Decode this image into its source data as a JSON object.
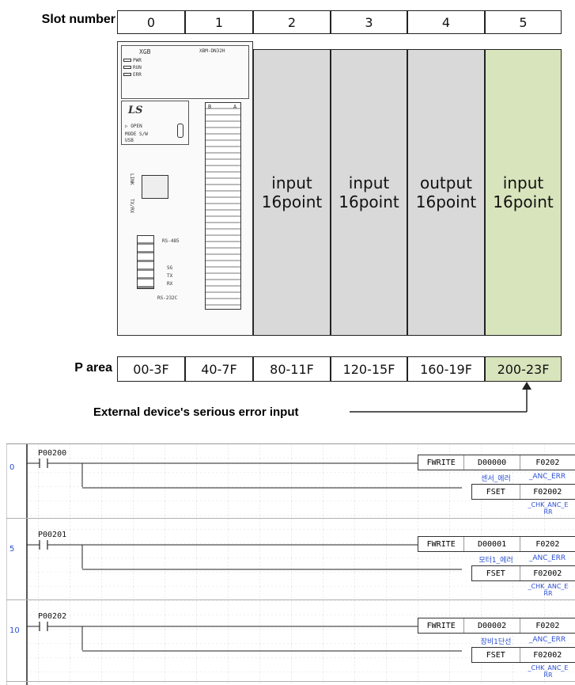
{
  "diagram": {
    "slot_label": "Slot number",
    "slots": [
      "0",
      "1",
      "2",
      "3",
      "4",
      "5"
    ],
    "modules": [
      {
        "line1": "input",
        "line2": "16point"
      },
      {
        "line1": "input",
        "line2": "16point"
      },
      {
        "line1": "output",
        "line2": "16point"
      },
      {
        "line1": "input",
        "line2": "16point"
      }
    ],
    "p_area_label": "P area",
    "p_areas": [
      "00-3F",
      "40-7F",
      "80-11F",
      "120-15F",
      "160-19F",
      "200-23F"
    ],
    "annotation": "External device's serious error input",
    "cpu": {
      "brand": "XGB",
      "model": "XBM-DN32H",
      "leds": [
        "PWR",
        "RUN",
        "ERR"
      ],
      "logo": "LS",
      "open": "OPEN",
      "mode": "MODE S/W",
      "usb": "USB",
      "link": "LINK",
      "txrx": "TX/RX",
      "rs485": "RS-485",
      "sg": "SG",
      "tx": "TX",
      "rx": "RX",
      "rs232": "RS-232C",
      "col_a": "A",
      "col_b": "B"
    },
    "colors": {
      "module_gray": "#d9d9d9",
      "module_green": "#d8e4bc"
    }
  },
  "ladder": {
    "rungs": [
      {
        "step": "0",
        "contact": "P00200",
        "instr1": "FWRITE",
        "op1": "D00000",
        "op2": "F0202",
        "label1": "센서_에러",
        "label2": "_ANC_ERR",
        "instr2": "FSET",
        "op3": "F02002",
        "label3": "_CHK_ANC_E RR"
      },
      {
        "step": "5",
        "contact": "P00201",
        "instr1": "FWRITE",
        "op1": "D00001",
        "op2": "F0202",
        "label1": "모터1_에러",
        "label2": "_ANC_ERR",
        "instr2": "FSET",
        "op3": "F02002",
        "label3": "_CHK_ANC_E RR"
      },
      {
        "step": "10",
        "contact": "P00202",
        "instr1": "FWRITE",
        "op1": "D00002",
        "op2": "F0202",
        "label1": "장비1단선",
        "label2": "_ANC_ERR",
        "instr2": "FSET",
        "op3": "F02002",
        "label3": "_CHK_ANC_E RR"
      }
    ],
    "colors": {
      "label": "#2a4fd6",
      "step": "#2a4fd6"
    }
  }
}
